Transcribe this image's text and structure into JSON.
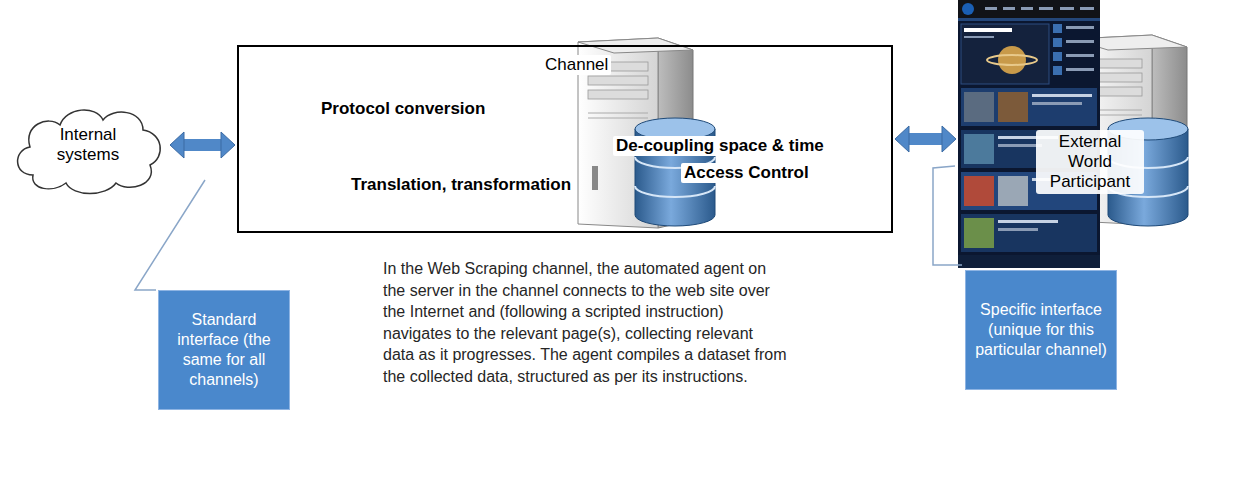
{
  "diagram": {
    "nodes": [
      {
        "text": [
          "Internal systems"
        ]
      },
      {
        "text": [
          "Channel",
          "Protocol conversion",
          "De-coupling space & time",
          "Translation, transformation",
          "Access Control"
        ]
      },
      {
        "text": [
          "External World Participant"
        ]
      },
      {
        "text": [
          "Standard interface (the same for all channels)"
        ]
      },
      {
        "text": [
          "Specific interface (unique for this particular channel)"
        ]
      }
    ],
    "edges": [
      {
        "from": 0,
        "to": 1,
        "arrow": "both"
      },
      {
        "from": 1,
        "to": 2,
        "arrow": "both"
      }
    ],
    "labels": [
      "In the Web Scraping channel, the automated agent on the server in the channel connects to the web site over the Internet and (following a scripted instruction) navigates to the relevant page(s), collecting relevant data as it progresses. The agent compiles a dataset from the collected data, structured as per its instructions."
    ]
  }
}
